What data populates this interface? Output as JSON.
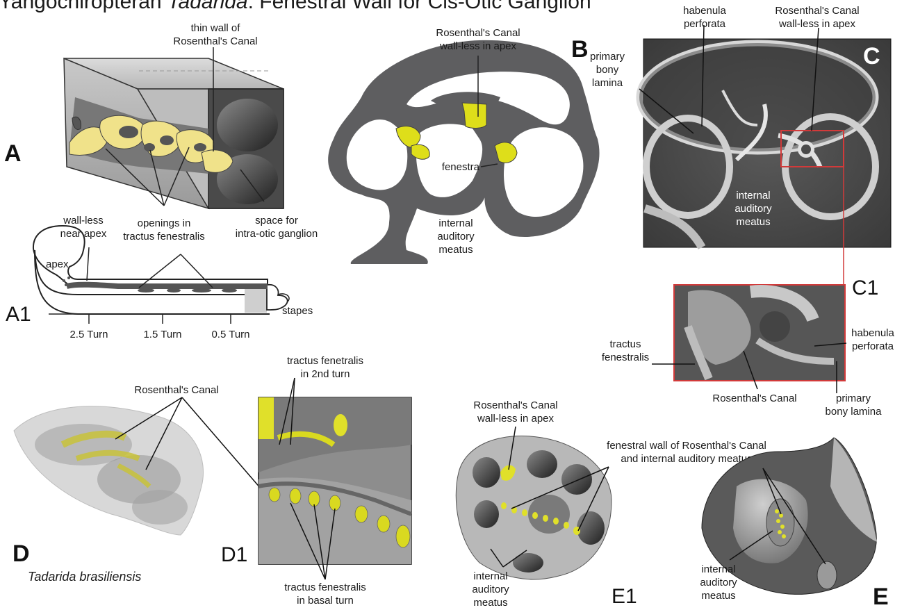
{
  "title": {
    "prefix": "Yangochiropteran ",
    "genus": "Tadarida",
    "suffix": ": Fenestral Wall for Cis-Otic Ganglion"
  },
  "panels": {
    "a": "A",
    "a1": "A1",
    "b": "B",
    "c": "C",
    "c1": "C1",
    "d": "D",
    "d1": "D1",
    "e": "E",
    "e1": "E1"
  },
  "species": "Tadarida brasiliensis",
  "labels_a": {
    "thin_wall_1": "thin wall of",
    "thin_wall_2": "Rosenthal's Canal",
    "space_1": "space for",
    "space_2": "intra-otic ganglion",
    "openings_1": "openings in",
    "openings_2": "tractus fenestralis",
    "wallless_1": "wall-less",
    "wallless_2": "near apex"
  },
  "labels_a1": {
    "apex": "apex",
    "stapes": "stapes",
    "turn_25": "2.5 Turn",
    "turn_15": "1.5 Turn",
    "turn_05": "0.5 Turn"
  },
  "labels_b": {
    "rc_1": "Rosenthal's Canal",
    "rc_2": "wall-less in apex",
    "fenestra": "fenestra",
    "iam_1": "internal",
    "iam_2": "auditory",
    "iam_3": "meatus"
  },
  "labels_c": {
    "hab_1": "habenula",
    "hab_2": "perforata",
    "rc_1": "Rosenthal's Canal",
    "rc_2": "wall-less in apex",
    "pbl_1": "primary",
    "pbl_2": "bony",
    "pbl_3": "lamina",
    "iam_1": "internal",
    "iam_2": "auditory",
    "iam_3": "meatus"
  },
  "labels_c1": {
    "tf_1": "tractus",
    "tf_2": "fenestralis",
    "rc": "Rosenthal's Canal",
    "hab_1": "habenula",
    "hab_2": "perforata",
    "pbl_1": "primary",
    "pbl_2": "bony lamina"
  },
  "labels_d": {
    "rc": "Rosenthal's Canal",
    "tf2_1": "tractus fenetralis",
    "tf2_2": "in 2nd turn",
    "tfb_1": "tractus fenestralis",
    "tfb_2": "in basal turn"
  },
  "labels_e": {
    "rc_1": "Rosenthal's Canal",
    "rc_2": "wall-less in apex",
    "fw_1": "fenestral wall of Rosenthal's Canal",
    "fw_2": "and internal auditory meatus",
    "iam1_1": "internal",
    "iam1_2": "auditory",
    "iam1_3": "meatus",
    "iam_1": "internal",
    "iam_2": "auditory",
    "iam_3": "meatus"
  },
  "colors": {
    "yellow": "#e8df5a",
    "bright_yellow": "#dede1a",
    "dark_grey": "#5e5e60",
    "ct_bg": "#4a4a4a"
  }
}
